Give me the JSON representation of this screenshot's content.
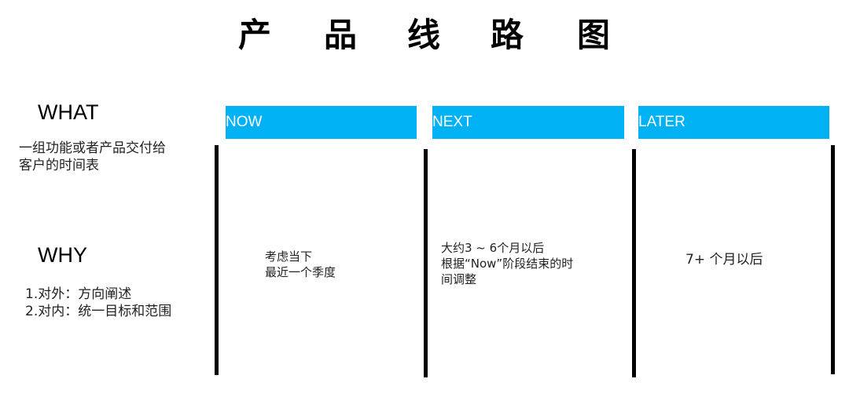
{
  "title": {
    "chars": [
      "产",
      "品",
      "线",
      "路",
      "图"
    ],
    "full": "产品线路图"
  },
  "left": {
    "what": {
      "heading": "WHAT",
      "lines": [
        "一组功能或者产品交付给",
        "客户的时间表"
      ]
    },
    "why": {
      "heading": "WHY",
      "lines": [
        "1.对外：方向阐述",
        "2.对内：统一目标和范围"
      ]
    }
  },
  "columns": [
    {
      "label": "NOW",
      "lines": [
        "考虑当下",
        "最近一个季度"
      ]
    },
    {
      "label": "NEXT",
      "lines": [
        "大约3 ~ 6个月以后",
        "根据“Now”阶段结束的时",
        "间调整"
      ]
    },
    {
      "label": "LATER",
      "lines": [
        "7+ 个月以后"
      ]
    }
  ],
  "colors": {
    "band": "#00b1f4",
    "band_text": "#ffffff",
    "divider": "#000000",
    "text": "#222222"
  }
}
